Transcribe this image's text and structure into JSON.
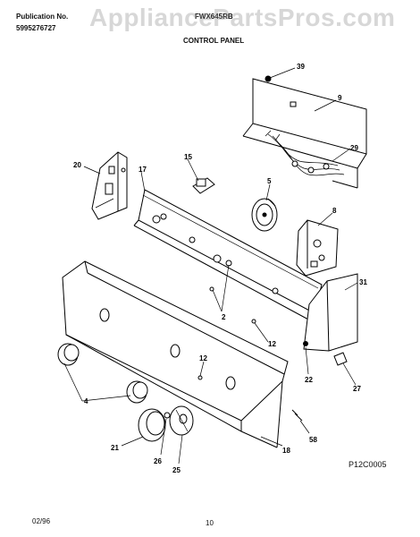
{
  "header": {
    "publication_label": "Publication No.",
    "publication_number": "5995276727",
    "model": "FWX645RB"
  },
  "watermark": "AppliancePartsPros.com",
  "title": "CONTROL PANEL",
  "figure_code": "P12C0005",
  "footer": {
    "date": "02/96",
    "page": "10"
  },
  "callouts": [
    "39",
    "9",
    "29",
    "20",
    "17",
    "15",
    "5",
    "8",
    "2",
    "31",
    "12",
    "22",
    "27",
    "4",
    "12",
    "21",
    "26",
    "25",
    "18",
    "58"
  ],
  "colors": {
    "line": "#000000",
    "background": "#ffffff",
    "watermark": "#969696"
  }
}
